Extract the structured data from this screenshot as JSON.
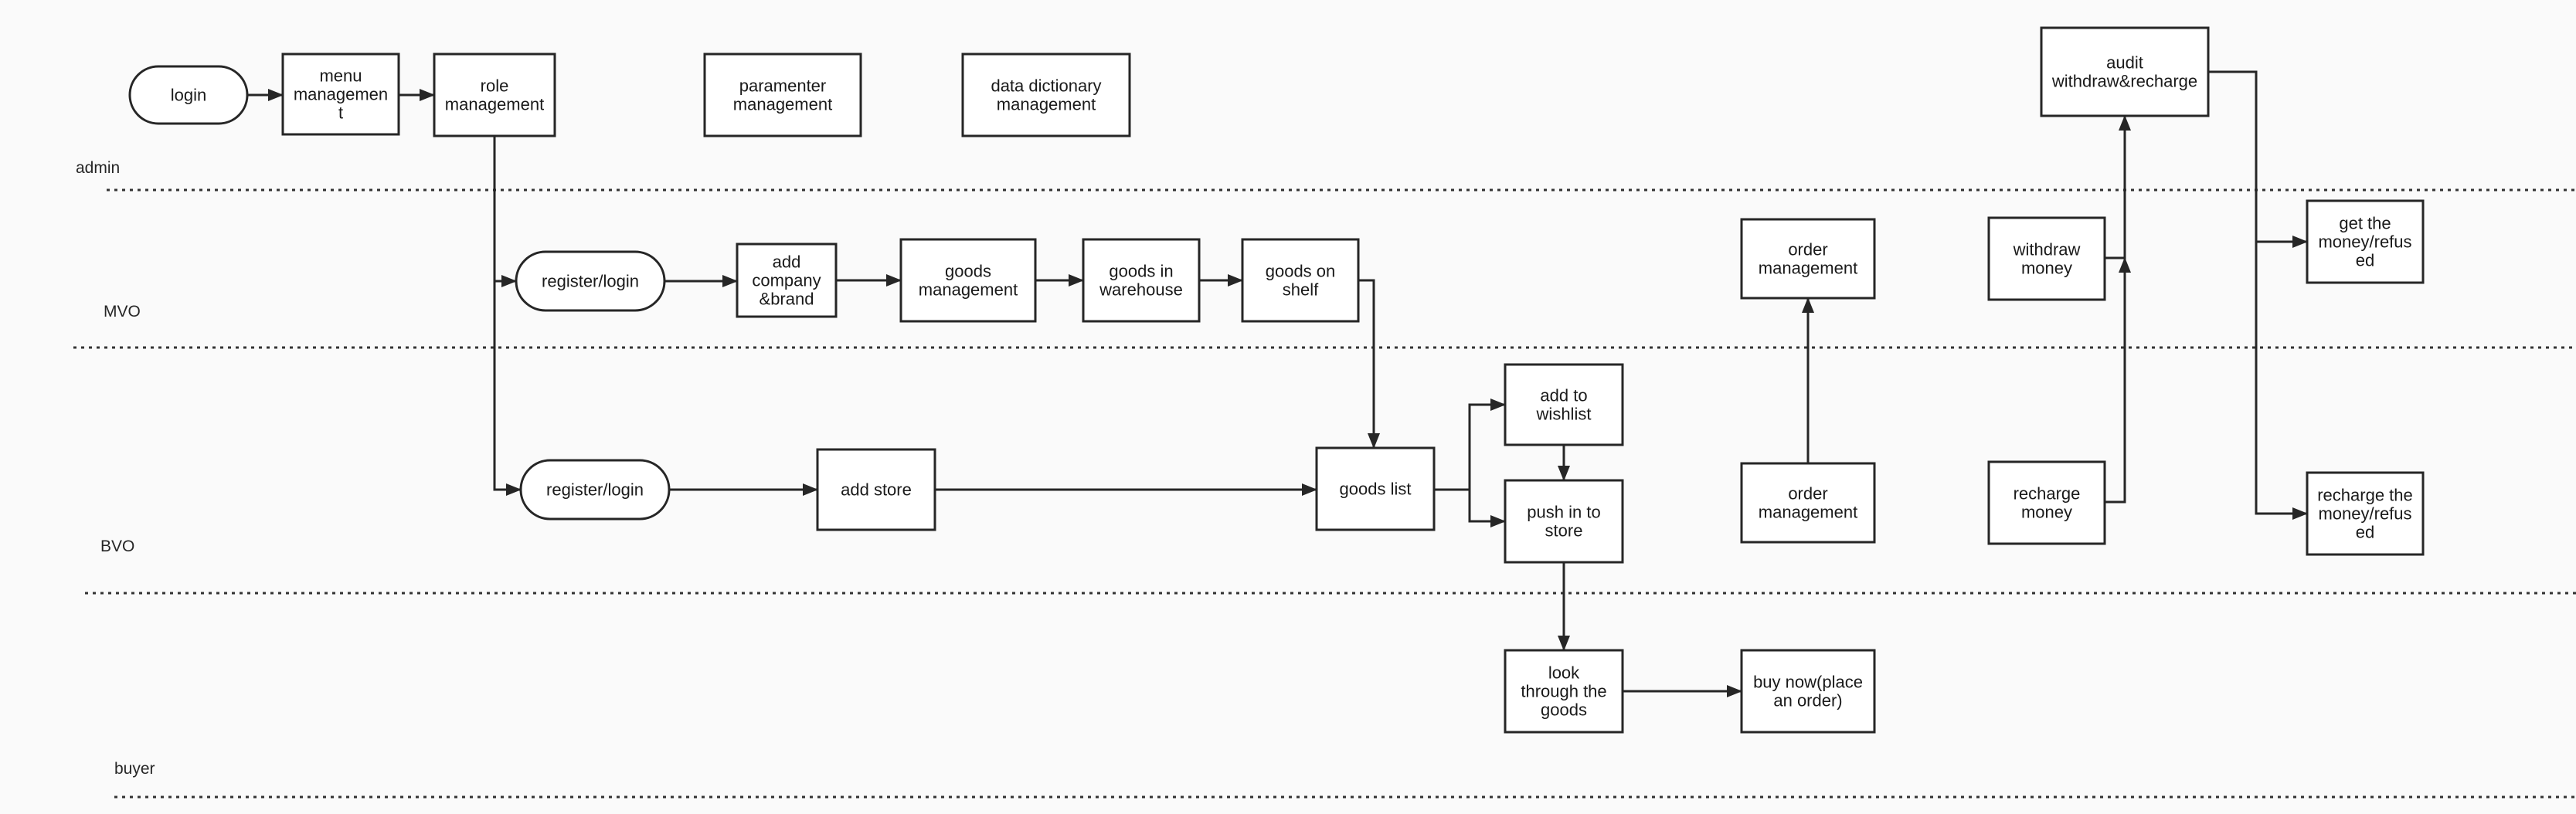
{
  "lanes": [
    {
      "id": "admin",
      "label": "admin"
    },
    {
      "id": "mvo",
      "label": "MVO"
    },
    {
      "id": "bvo",
      "label": "BVO"
    },
    {
      "id": "buyer",
      "label": "buyer"
    }
  ],
  "nodes": [
    {
      "id": "login",
      "shape": "rounded",
      "lines": [
        "login"
      ]
    },
    {
      "id": "menu-management",
      "shape": "rect",
      "lines": [
        "menu",
        "managemen",
        "t"
      ]
    },
    {
      "id": "role-management",
      "shape": "rect",
      "lines": [
        "role",
        "management"
      ]
    },
    {
      "id": "parameter-management",
      "shape": "rect",
      "lines": [
        "paramenter",
        "management"
      ]
    },
    {
      "id": "data-dictionary-management",
      "shape": "rect",
      "lines": [
        "data dictionary",
        "management"
      ]
    },
    {
      "id": "audit-withdraw-recharge",
      "shape": "rect",
      "lines": [
        "audit",
        "withdraw&recharge"
      ]
    },
    {
      "id": "mvo-register-login",
      "shape": "rounded",
      "lines": [
        "register/login"
      ]
    },
    {
      "id": "add-company-brand",
      "shape": "rect",
      "lines": [
        "add",
        "company",
        "&brand"
      ]
    },
    {
      "id": "goods-management",
      "shape": "rect",
      "lines": [
        "goods",
        "management"
      ]
    },
    {
      "id": "goods-in-warehouse",
      "shape": "rect",
      "lines": [
        "goods in",
        "warehouse"
      ]
    },
    {
      "id": "goods-on-shelf",
      "shape": "rect",
      "lines": [
        "goods on",
        "shelf"
      ]
    },
    {
      "id": "order-management-top",
      "shape": "rect",
      "lines": [
        "order",
        "management"
      ]
    },
    {
      "id": "withdraw-money",
      "shape": "rect",
      "lines": [
        "withdraw",
        "money"
      ]
    },
    {
      "id": "get-the-money",
      "shape": "rect",
      "lines": [
        "get the",
        "money/refus",
        "ed"
      ]
    },
    {
      "id": "bvo-register-login",
      "shape": "rounded",
      "lines": [
        "register/login"
      ]
    },
    {
      "id": "add-store",
      "shape": "rect",
      "lines": [
        "add store"
      ]
    },
    {
      "id": "goods-list",
      "shape": "rect",
      "lines": [
        "goods list"
      ]
    },
    {
      "id": "add-to-wishlist",
      "shape": "rect",
      "lines": [
        "add to",
        "wishlist"
      ]
    },
    {
      "id": "push-in-to-store",
      "shape": "rect",
      "lines": [
        "push in to",
        "store"
      ]
    },
    {
      "id": "order-management-bottom",
      "shape": "rect",
      "lines": [
        "order",
        "management"
      ]
    },
    {
      "id": "recharge-money",
      "shape": "rect",
      "lines": [
        "recharge",
        "money"
      ]
    },
    {
      "id": "recharge-the-money",
      "shape": "rect",
      "lines": [
        "recharge the",
        "money/refus",
        "ed"
      ]
    },
    {
      "id": "look-through-goods",
      "shape": "rect",
      "lines": [
        "look",
        "through the",
        "goods"
      ]
    },
    {
      "id": "buy-now",
      "shape": "rect",
      "lines": [
        "buy now(place",
        "an order)"
      ]
    }
  ],
  "edges": [
    {
      "from": "login",
      "to": "menu-management"
    },
    {
      "from": "menu-management",
      "to": "role-management"
    },
    {
      "from": "role-management",
      "to": "mvo-register-login"
    },
    {
      "from": "role-management",
      "to": "bvo-register-login"
    },
    {
      "from": "mvo-register-login",
      "to": "add-company-brand"
    },
    {
      "from": "add-company-brand",
      "to": "goods-management"
    },
    {
      "from": "goods-management",
      "to": "goods-in-warehouse"
    },
    {
      "from": "goods-in-warehouse",
      "to": "goods-on-shelf"
    },
    {
      "from": "goods-on-shelf",
      "to": "goods-list"
    },
    {
      "from": "bvo-register-login",
      "to": "add-store"
    },
    {
      "from": "add-store",
      "to": "goods-list"
    },
    {
      "from": "goods-list",
      "to": "add-to-wishlist"
    },
    {
      "from": "goods-list",
      "to": "push-in-to-store"
    },
    {
      "from": "add-to-wishlist",
      "to": "push-in-to-store"
    },
    {
      "from": "push-in-to-store",
      "to": "look-through-goods"
    },
    {
      "from": "look-through-goods",
      "to": "buy-now"
    },
    {
      "from": "buy-now",
      "to": "order-management-bottom"
    },
    {
      "from": "order-management-bottom",
      "to": "order-management-top"
    },
    {
      "from": "withdraw-money",
      "to": "audit-withdraw-recharge"
    },
    {
      "from": "recharge-money",
      "to": "audit-withdraw-recharge"
    },
    {
      "from": "audit-withdraw-recharge",
      "to": "get-the-money"
    },
    {
      "from": "audit-withdraw-recharge",
      "to": "recharge-the-money"
    }
  ]
}
